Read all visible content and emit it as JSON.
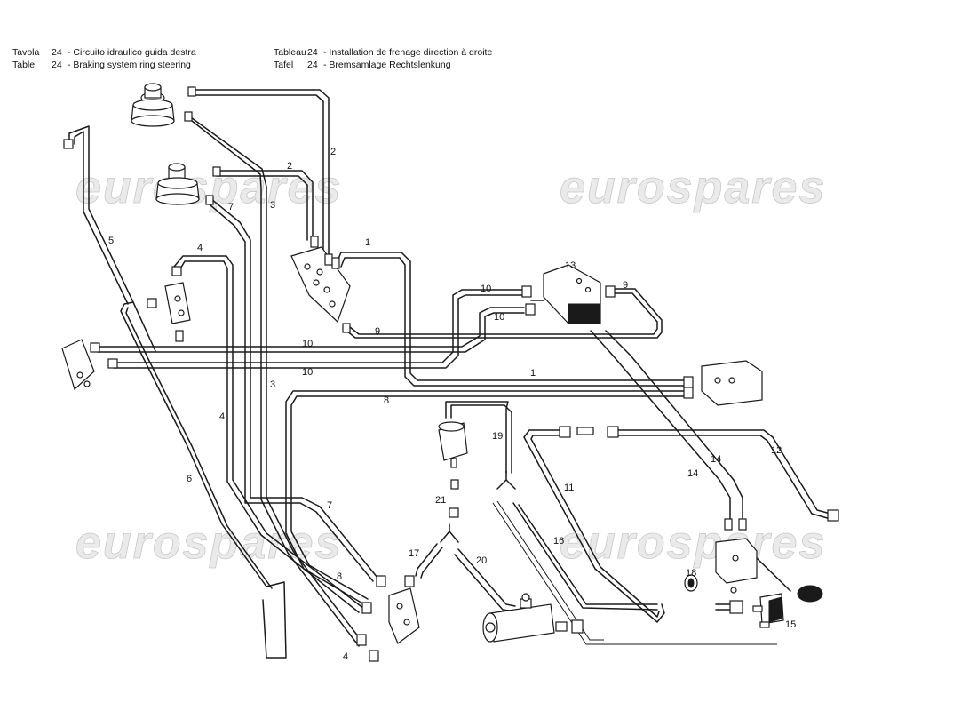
{
  "header": {
    "it_label": "Tavola",
    "it_num": "24",
    "it_text": "- Circuito idraulico guida destra",
    "en_label": "Table",
    "en_num": "24",
    "en_text": "- Braking system ring steering",
    "fr_label": "Tableau",
    "fr_num": "24",
    "fr_text": "- Installation de frenage direction à droite",
    "de_label": "Tafel",
    "de_num": "24",
    "de_text": "- Bremsamlage Rechtslenkung"
  },
  "watermark": "eurospares",
  "part_numbers": {
    "p1a": "1",
    "p1b": "1",
    "p2a": "2",
    "p2b": "2",
    "p3a": "3",
    "p3b": "3",
    "p4a": "4",
    "p4b": "4",
    "p4c": "4",
    "p5": "5",
    "p6": "6",
    "p7a": "7",
    "p7b": "7",
    "p8a": "8",
    "p8b": "8",
    "p9a": "9",
    "p9b": "9",
    "p10a": "10",
    "p10b": "10",
    "p10c": "10",
    "p10d": "10",
    "p11": "11",
    "p12": "12",
    "p13": "13",
    "p14a": "14",
    "p14b": "14",
    "p15": "15",
    "p16": "16",
    "p17": "17",
    "p18": "18",
    "p19": "19",
    "p20": "20",
    "p21": "21"
  }
}
